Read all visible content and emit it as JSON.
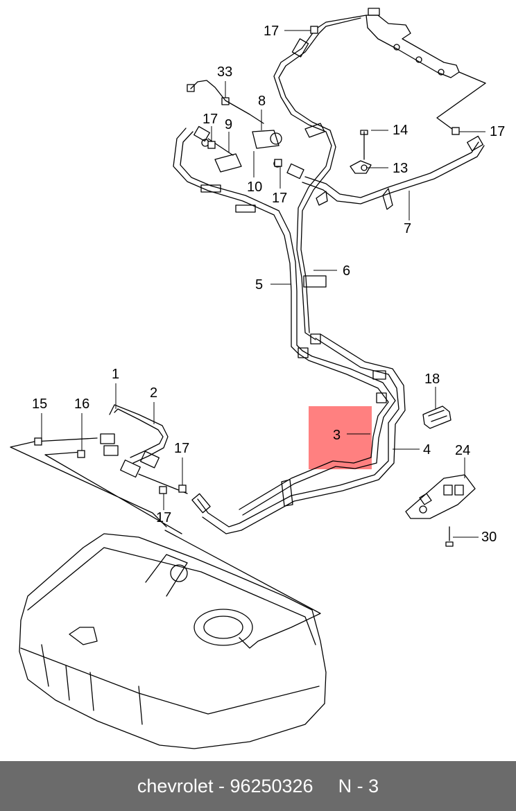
{
  "diagram": {
    "highlight_color": "#ff8080",
    "line_color": "#000000",
    "callouts": {
      "c1": "1",
      "c2": "2",
      "c3": "3",
      "c4": "4",
      "c5": "5",
      "c6": "6",
      "c7": "7",
      "c8": "8",
      "c9": "9",
      "c10": "10",
      "c13": "13",
      "c14": "14",
      "c15": "15",
      "c16": "16",
      "c17a": "17",
      "c17b": "17",
      "c17c": "17",
      "c17d": "17",
      "c17e": "17",
      "c17f": "17",
      "c18": "18",
      "c24": "24",
      "c30": "30",
      "c33": "33"
    }
  },
  "footer": {
    "part_label": "chevrolet - 96250326",
    "callout_ref": "N - 3"
  }
}
